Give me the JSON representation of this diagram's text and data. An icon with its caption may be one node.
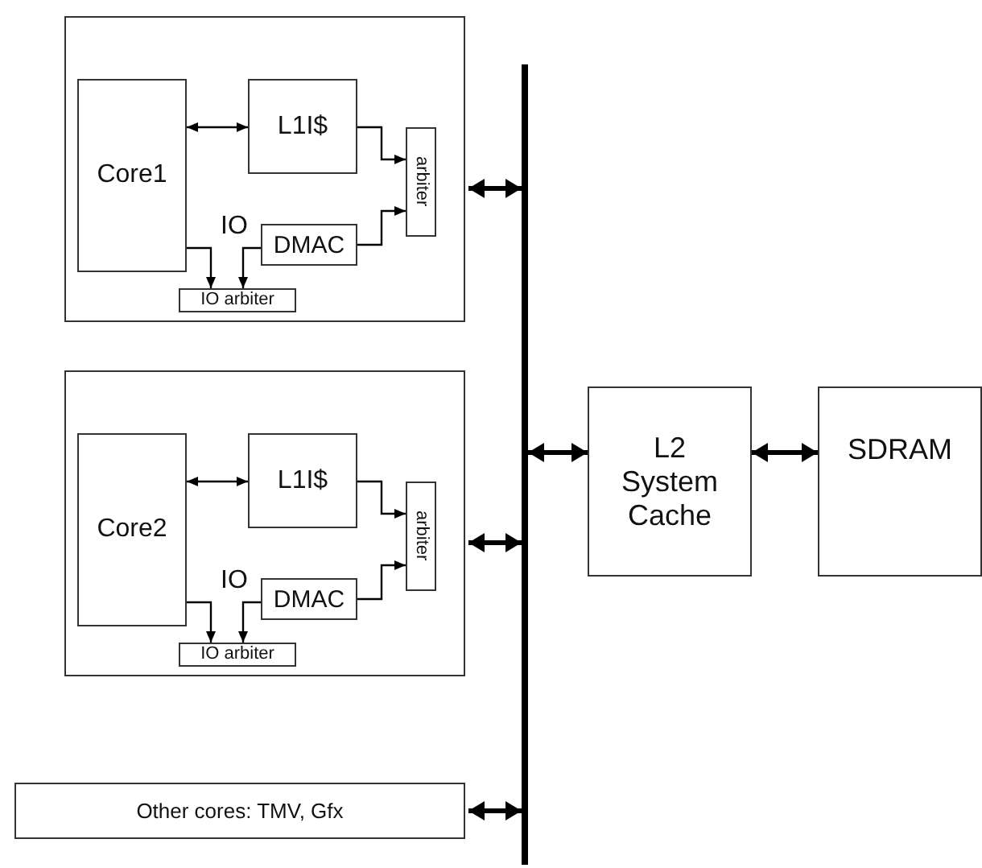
{
  "diagram": {
    "nodes": [
      {
        "text": [],
        "shape": "box"
      },
      {
        "text": [
          "Core1"
        ],
        "in": 0
      },
      {
        "text": [
          "L1I$"
        ],
        "in": 0
      },
      {
        "text": [
          "arbiter"
        ],
        "in": 0
      },
      {
        "text": [
          "DMAC"
        ],
        "in": 0
      },
      {
        "text": [
          "IO arbiter"
        ],
        "in": 0
      },
      {
        "text": [],
        "shape": "box"
      },
      {
        "text": [
          "Core2"
        ],
        "in": 6
      },
      {
        "text": [
          "L1I$"
        ],
        "in": 6
      },
      {
        "text": [
          "arbiter"
        ],
        "in": 6
      },
      {
        "text": [
          "DMAC"
        ],
        "in": 6
      },
      {
        "text": [
          "IO arbiter"
        ],
        "in": 6
      },
      {
        "text": [
          "Other cores: TMV, Gfx"
        ]
      },
      {
        "text": [],
        "shape": "bar"
      },
      {
        "text": [
          "L2 System Cache"
        ]
      },
      {
        "text": [
          "SDRAM"
        ]
      }
    ],
    "edges": [
      {
        "from": 1,
        "to": 2,
        "arrow": "both"
      },
      {
        "from": 2,
        "to": 3,
        "arrow": "to"
      },
      {
        "from": 4,
        "to": 3,
        "arrow": "to"
      },
      {
        "from": 1,
        "to": 5,
        "arrow": "to"
      },
      {
        "from": 4,
        "to": 5,
        "arrow": "to"
      },
      {
        "from": 7,
        "to": 8,
        "arrow": "both"
      },
      {
        "from": 8,
        "to": 9,
        "arrow": "to"
      },
      {
        "from": 10,
        "to": 9,
        "arrow": "to"
      },
      {
        "from": 7,
        "to": 11,
        "arrow": "to"
      },
      {
        "from": 10,
        "to": 11,
        "arrow": "to"
      },
      {
        "from": 0,
        "to": 13,
        "arrow": "both",
        "style": "thick"
      },
      {
        "from": 6,
        "to": 13,
        "arrow": "both",
        "style": "thick"
      },
      {
        "from": 12,
        "to": 13,
        "arrow": "both",
        "style": "thick"
      },
      {
        "from": 13,
        "to": 14,
        "arrow": "both",
        "style": "thick"
      },
      {
        "from": 14,
        "to": 15,
        "arrow": "both",
        "style": "thick"
      }
    ],
    "labels": [
      "IO",
      "IO"
    ]
  }
}
